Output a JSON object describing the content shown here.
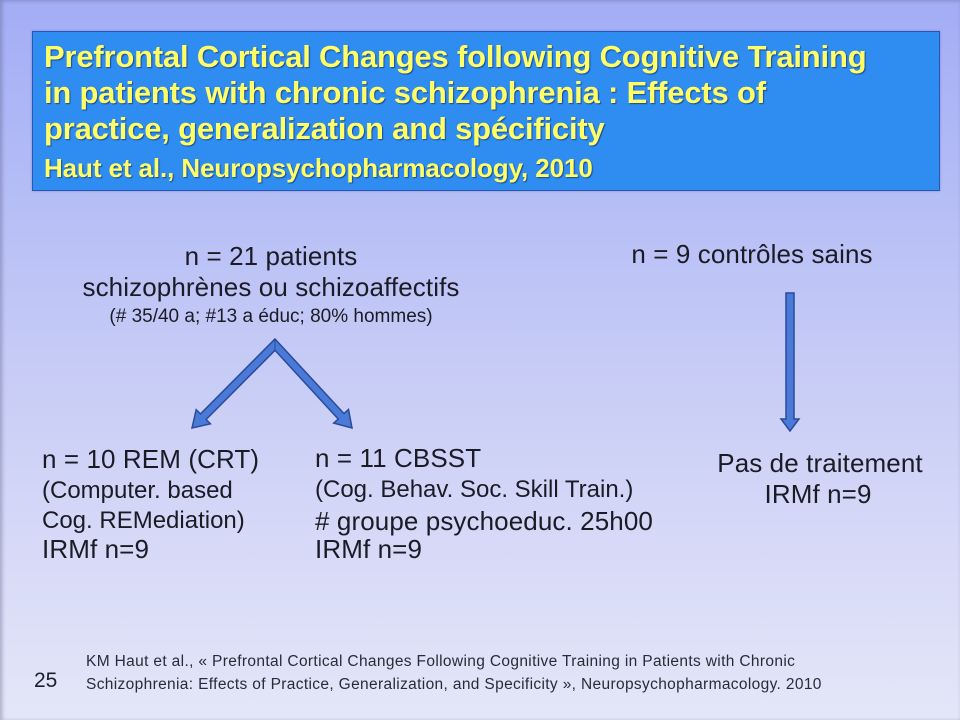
{
  "slide": {
    "title": {
      "lines": [
        "Prefrontal Cortical Changes following Cognitive Training",
        "in patients with chronic schizophrenia : Effects of",
        "practice, generalization and spécificity"
      ],
      "citation": "Haut et al., Neuropsychopharmacology, 2010"
    },
    "patients": {
      "count": "n = 21 patients",
      "diagnosis": "schizophrènes ou schizoaffectifs",
      "details": "(# 35/40 a; #13 a éduc; 80% hommes)"
    },
    "controls": {
      "count": "n = 9 contrôles sains"
    },
    "groups": {
      "rem": {
        "heading": "n = 10 REM (CRT)",
        "desc_lines": [
          "(Computer. based",
          "Cog. REMediation)"
        ],
        "fmri": "IRMf n=9"
      },
      "cbsst": {
        "heading": "n = 11 CBSST",
        "desc_lines": [
          "(Cog. Behav. Soc. Skill Train.)",
          "# groupe psychoeduc. 25h00"
        ],
        "fmri": "IRMf n=9"
      },
      "no_treatment": {
        "heading": "Pas de traitement",
        "fmri": "IRMf n=9"
      }
    },
    "icons": {
      "split_arrow": "split-arrow-icon",
      "down_arrow": "down-arrow-icon"
    },
    "footer": {
      "page_number": "25",
      "reference_lines": [
        "KM Haut et al., « Prefrontal Cortical Changes Following Cognitive Training in Patients with Chronic",
        "Schizophrenia: Effects of Practice, Generalization, and Specificity », Neuropsychopharmacology. 2010"
      ]
    }
  },
  "colors": {
    "background_top": "#a3adf5",
    "background_bottom": "#e4e6f8",
    "title_box": "#2f8cf0",
    "title_box_border": "#2657b8",
    "title_text": "#ffff66",
    "body_text": "#1b1b26",
    "arrow_fill": "#4a7ad8",
    "arrow_stroke": "#2a4a9a"
  }
}
